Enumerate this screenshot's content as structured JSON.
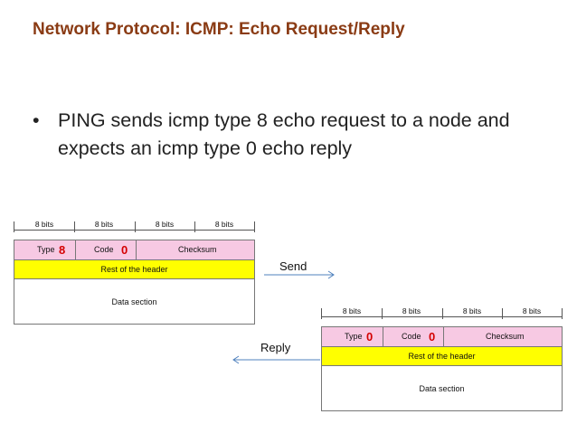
{
  "title": "Network Protocol: ICMP: Echo Request/Reply",
  "bullet": {
    "marker": "•",
    "text": "PING sends icmp type 8 echo request to a node and expects an icmp type 0 echo reply"
  },
  "request_packet": {
    "bits": [
      "8 bits",
      "8 bits",
      "8 bits",
      "8 bits"
    ],
    "type_label": "Type",
    "type_value": "8",
    "code_label": "Code",
    "code_value": "0",
    "checksum_label": "Checksum",
    "rest_label": "Rest of the header",
    "data_label": "Data section"
  },
  "reply_packet": {
    "bits": [
      "8 bits",
      "8 bits",
      "8 bits",
      "8 bits"
    ],
    "type_label": "Type",
    "type_value": "0",
    "code_label": "Code",
    "code_value": "0",
    "checksum_label": "Checksum",
    "rest_label": "Rest of the header",
    "data_label": "Data section"
  },
  "send_label": "Send",
  "reply_label": "Reply",
  "colors": {
    "title": "#8a3b14",
    "header_row": "#f7c9e3",
    "rest_row": "#ffff00",
    "field_value": "#d40000",
    "arrow": "#4f81bd"
  }
}
